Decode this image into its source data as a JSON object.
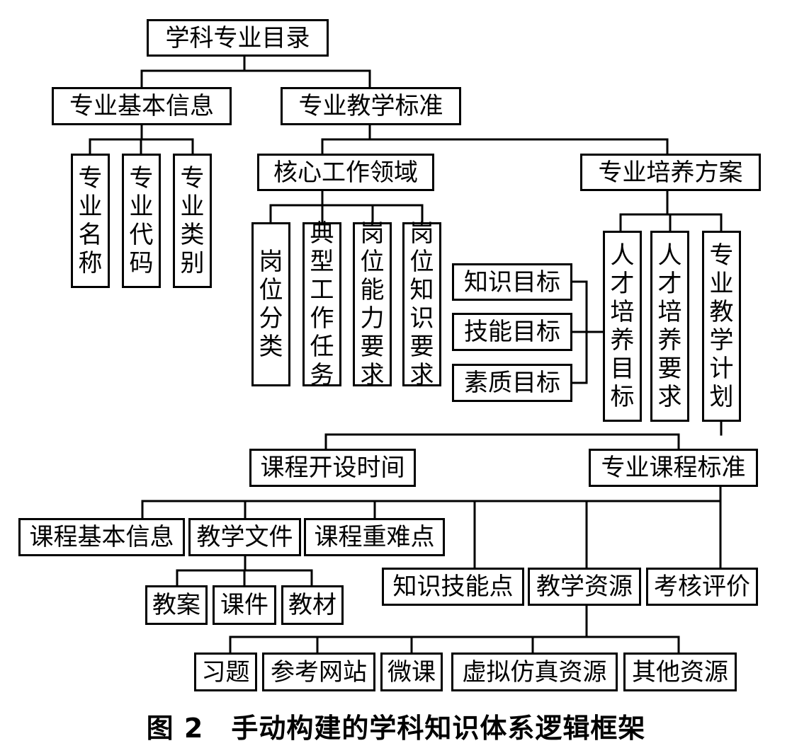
{
  "nodes": {
    "root": "学科专业目录",
    "basic_info": "专业基本信息",
    "name": "专业名称",
    "code": "专业代码",
    "category": "专业类别",
    "teaching_standard": "专业教学标准",
    "core_work": "核心工作领域",
    "job_class": "岗位分类",
    "typical_task": "典型工作任务",
    "job_ability": "岗位能力要求",
    "job_knowledge": "岗位知识要求",
    "training_plan": "专业培养方案",
    "knowledge_goal": "知识目标",
    "skill_goal": "技能目标",
    "quality_goal": "素质目标",
    "talent_goal": "人才培养目标",
    "talent_req": "人才培养要求",
    "teaching_plan": "专业教学计划",
    "course_time": "课程开设时间",
    "course_standard": "专业课程标准",
    "course_basic": "课程基本信息",
    "teaching_docs": "教学文件",
    "course_key": "课程重难点",
    "lesson_plan": "教案",
    "courseware": "课件",
    "textbook": "教材",
    "knowledge_skill": "知识技能点",
    "teaching_res": "教学资源",
    "assessment": "考核评价",
    "exercises": "习题",
    "ref_sites": "参考网站",
    "micro": "微课",
    "virtual_sim": "虚拟仿真资源",
    "other_res": "其他资源"
  },
  "caption": "图 2　手动构建的学科知识体系逻辑框架"
}
